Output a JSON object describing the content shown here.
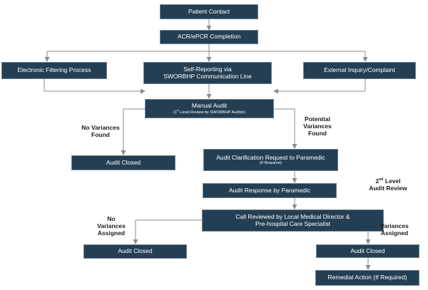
{
  "boxes": {
    "patient_contact": "Patient Contact",
    "acr_completion": "ACR/ePCR Completion",
    "electronic_filtering": "Electronic Filtering Process",
    "self_reporting_line1": "Self-Reporting via",
    "self_reporting_line2": "SWORBHP Communication Line",
    "external_inquiry": "External Inquiry/Complaint",
    "manual_audit": "Manual Audit",
    "manual_audit_sub_pre": "(1",
    "manual_audit_sub_sup": "st",
    "manual_audit_sub_post": " Level Review by SWORBHP Auditor)",
    "audit_closed_1": "Audit Closed",
    "clarification_request": "Audit Clarification Request to Paramedic",
    "clarification_request_sub": "(If Required)",
    "audit_response": "Audit Response by Paramedic",
    "call_reviewed_line1": "Call Reviewed by Local Medical Director &",
    "call_reviewed_line2": "Pre-hospital Care Specialist",
    "audit_closed_2": "Audit Closed",
    "audit_closed_3": "Audit Closed",
    "remedial_action": "Remedial Action (If Required)"
  },
  "labels": {
    "no_variances_found_1": "No Variances",
    "no_variances_found_2": "Found",
    "potential_variances_1": "Potential",
    "potential_variances_2": "Variances",
    "potential_variances_3": "Found",
    "second_level_num": "2",
    "second_level_sup": "nd",
    "second_level_rest": " Level",
    "second_level_2": "Audit Review",
    "no_variances_assigned_1": "No",
    "no_variances_assigned_2": "Variances",
    "no_variances_assigned_3": "Assigned",
    "variances_assigned_1": "Variances",
    "variances_assigned_2": "Assigned"
  },
  "colors": {
    "box_fill": "#243f54",
    "box_border": "#6e8394",
    "box_text": "#ffffff",
    "connector": "#8c8c8c",
    "label_text": "#1a1a1a"
  }
}
